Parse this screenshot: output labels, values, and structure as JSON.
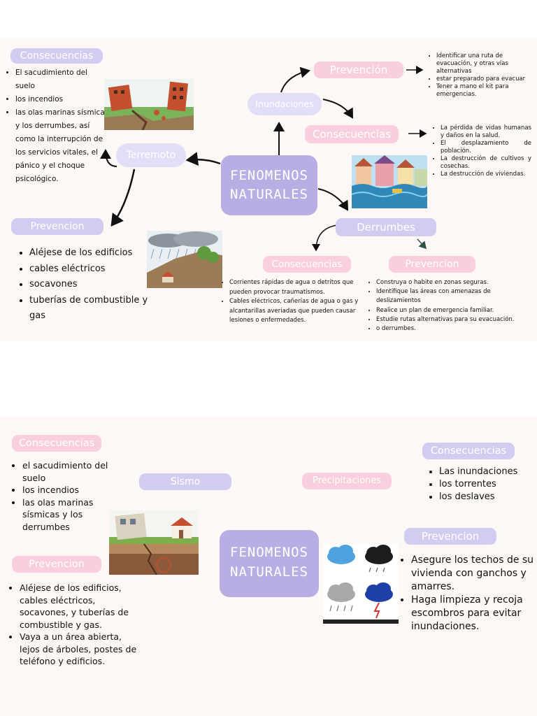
{
  "colors": {
    "lavender": "#d3ccf1",
    "pink": "#f9cfe0",
    "center": "#b9aee3",
    "panel": "#fdf8f5"
  },
  "map1": {
    "center": [
      "FENOMENOS",
      "NATURALES"
    ],
    "terremoto": {
      "label": "Terremoto",
      "consecuencias": {
        "label": "Consecuencias",
        "items": [
          "El sacudimiento del suelo",
          "los incendios",
          "las olas marinas sísmicas y los derrumbes, así como la interrupción de los servicios vitales, el pánico y el choque psicológico."
        ]
      },
      "prevencion": {
        "label": "Prevencion",
        "items": [
          "Aléjese de los edificios",
          "cables eléctricos",
          "socavones",
          "tuberías de combustible y gas"
        ]
      }
    },
    "inundaciones": {
      "label": "Inundaciones",
      "prevencion": {
        "label": "Prevención",
        "items": [
          "Identificar una ruta de evacuación, y otras vías alternativas",
          "estar preparado para evacuar",
          "Tener a mano el kit para emergencias."
        ]
      },
      "consecuencias": {
        "label": "Consecuencias",
        "items": [
          "La pérdida de vidas humanas y daños en la salud.",
          "El desplazamiento de población.",
          "La destrucción de cultivos y cosechas.",
          "La destrucción de viviendas."
        ]
      }
    },
    "derrumbes": {
      "label": "Derrumbes",
      "consecuencias": {
        "label": "Consecuencias",
        "items": [
          "Corrientes rápidas de agua o detritos que pueden provocar traumatismos.",
          "Cables eléctricos, cañerías de agua o gas y alcantarillas averiadas que pueden causar lesiones o enfermedades."
        ]
      },
      "prevencion": {
        "label": "Prevencion",
        "items": [
          "Construya o habite en zonas seguras.",
          "Identifique las áreas con amenazas de deslizamientos",
          "Realice un plan de emergencia familiar.",
          "Estudie rutas alternativas para su evacuación.",
          "o derrumbes."
        ]
      }
    }
  },
  "map2": {
    "center": [
      "FENOMENOS",
      "NATURALES"
    ],
    "sismo": {
      "label": "Sismo",
      "consecuencias": {
        "label": "Consecuencias",
        "items": [
          "el sacudimiento del suelo",
          "los incendios",
          "las olas marinas sísmicas y los derrumbes"
        ]
      },
      "prevencion": {
        "label": "Prevencion",
        "items": [
          "Aléjese de los edificios, cables eléctricos, socavones, y tuberías de combustible y gas.",
          "Vaya a un área abierta, lejos de árboles, postes de teléfono y edificios."
        ]
      }
    },
    "precipitaciones": {
      "label": "Precipitaciones",
      "consecuencias": {
        "label": "Consecuencias",
        "items": [
          "Las inundaciones",
          "los torrentes",
          "los deslaves"
        ]
      },
      "prevencion": {
        "label": "Prevencion",
        "items": [
          "Asegure los techos de su vivienda con ganchos y amarres.",
          "Haga limpieza y recoja escombros para evitar inundaciones."
        ]
      }
    }
  }
}
